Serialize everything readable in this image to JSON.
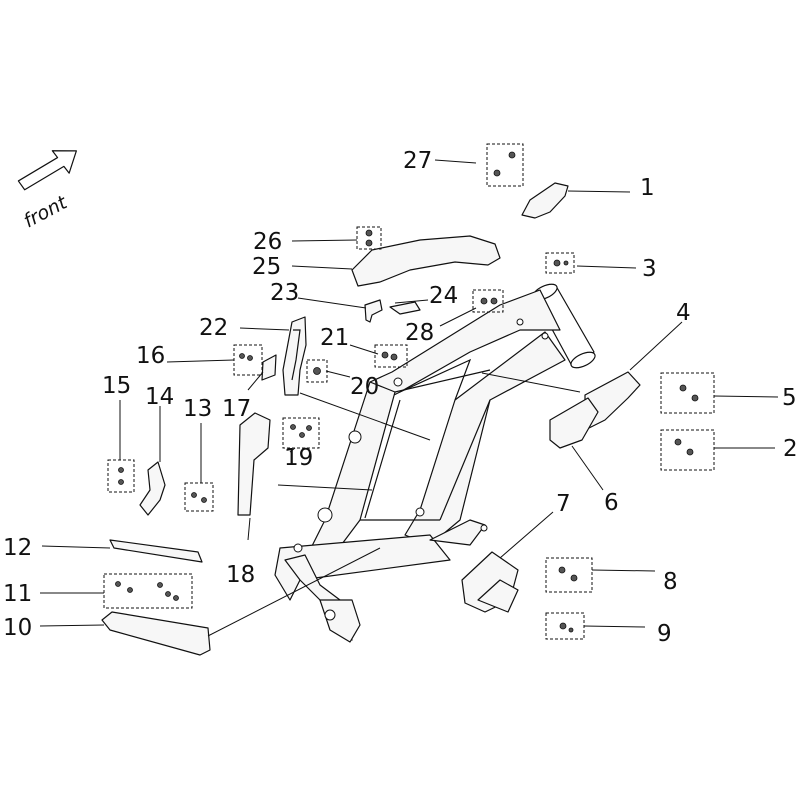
{
  "orientation_label": "front",
  "callouts": {
    "c1": "1",
    "c2": "2",
    "c3": "3",
    "c4": "4",
    "c5": "5",
    "c6": "6",
    "c7": "7",
    "c8": "8",
    "c9": "9",
    "c10": "10",
    "c11": "11",
    "c12": "12",
    "c13": "13",
    "c14": "14",
    "c15": "15",
    "c16": "16",
    "c17": "17",
    "c18": "18",
    "c19": "19",
    "c20": "20",
    "c21": "21",
    "c22": "22",
    "c23": "23",
    "c24": "24",
    "c25": "25",
    "c26": "26",
    "c27": "27",
    "c28": "28"
  },
  "icons": {
    "direction_arrow": "front-arrow-icon",
    "fastener_set": "fastener-icon"
  }
}
